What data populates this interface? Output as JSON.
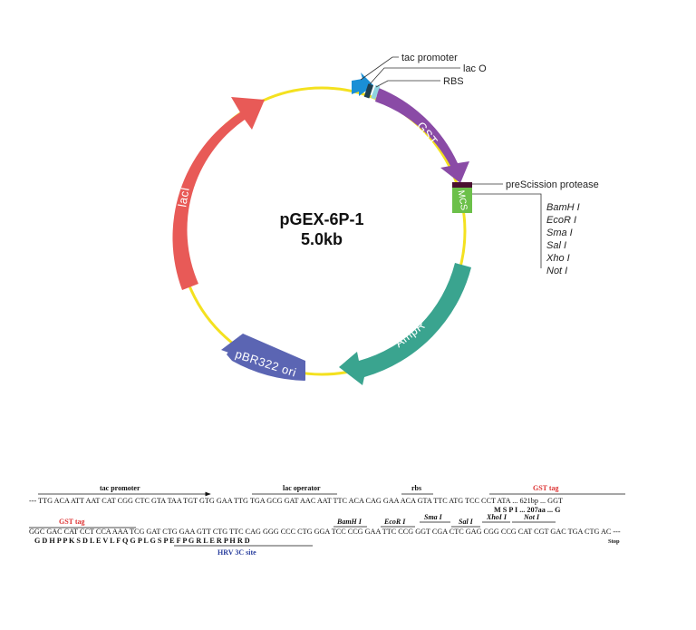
{
  "plasmid": {
    "name": "pGEX-6P-1",
    "size": "5.0kb"
  },
  "features": {
    "gst": "GST",
    "laci": "lacI",
    "ampr": "AmpR",
    "ori": "pBR322 ori",
    "mcs": "MCS"
  },
  "labels": {
    "tac_promoter": "tac promoter",
    "lac_o": "lac O",
    "rbs": "RBS",
    "prescission": "preScission protease"
  },
  "mcs_sites": [
    "BamH I",
    "EcoR I",
    "Sma I",
    "Sal I",
    "Xho I",
    "Not I"
  ],
  "sequence": {
    "line1_labels": {
      "tac_promoter": "tac promoter",
      "lac_operator": "lac operator",
      "rbs": "rbs",
      "gst_tag": "GST tag"
    },
    "line1_seq": "--- TTG ACA ATT AAT CAT CGG CTC GTA TAA TGT GTG GAA TTG TGA GCG GAT AAC AAT TTC ACA CAG GAA ACA GTA TTC ATG TCC CCT ATA ... 621bp ... GGT",
    "line1_aa": "M    S    P    I  ... 207aa ...  G",
    "line2_labels": {
      "gst_tag": "GST tag",
      "bamh1": "BamH I",
      "ecor1": "EcoR I",
      "sma1": "Sma I",
      "sal1": "Sal I",
      "xho1": "XhoI I",
      "not1": "Not I",
      "hrv": "HRV 3C site"
    },
    "line2_seq": "GGC GAC CAT CCT CCA AAA TCG GAT CTG GAA GTT CTG TTC CAG GGG CCC CTG GGA TCC CCG GAA TTC CCG GGT CGA CTC GAG CGG CCG CAT CGT GAC TGA CTG AC ---",
    "line2_aa": "G     D     H     P     P     K     S     D     L     E     V     L     F     Q     G     P     L     G     S     P     E     F     P     G     R     L     E     R     P     H     R     D",
    "stop": "Stop"
  },
  "colors": {
    "backbone": "#f4e11f",
    "gst": "#8a4ba6",
    "laci": "#e85a57",
    "ampr": "#3aa48f",
    "ori": "#5b65b3",
    "promoter": "#1a8fd6",
    "mcs": "#6cc04a",
    "lacO": "#1f3f4f",
    "rbs": "#8fd3e0",
    "prescission": "#4a1030"
  }
}
